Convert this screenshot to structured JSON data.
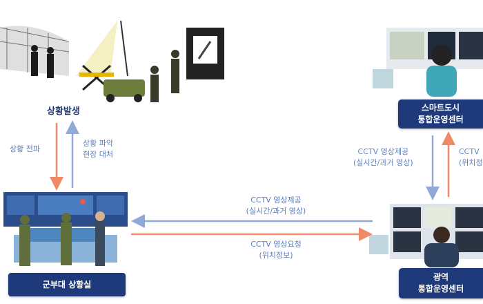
{
  "colors": {
    "navy": "#1e3a7a",
    "label": "#5b7fc0",
    "blue_arrow": "#8fa9d8",
    "orange_arrow": "#f08a66"
  },
  "event": {
    "title": "상황발생"
  },
  "left_flow": {
    "down_label": "상황 전파",
    "up_label_1": "상황 파악",
    "up_label_2": "현장 대처"
  },
  "military_room": {
    "title": "군부대 상황실"
  },
  "smart_city": {
    "line1": "스마트도시",
    "line2": "통합운영센터"
  },
  "regional": {
    "line1": "광역",
    "line2": "통합운영센터"
  },
  "right_flow": {
    "down_label_1": "CCTV 영상제공",
    "down_label_2": "(실시간/과거 영상)",
    "up_label_1": "CCTV",
    "up_label_2": "(위치정"
  },
  "center_flow": {
    "top_label_1": "CCTV 영상제공",
    "top_label_2": "(실시간/과거 영상)",
    "bottom_label_1": "CCTV 영상요청",
    "bottom_label_2": "(위치정보)"
  }
}
